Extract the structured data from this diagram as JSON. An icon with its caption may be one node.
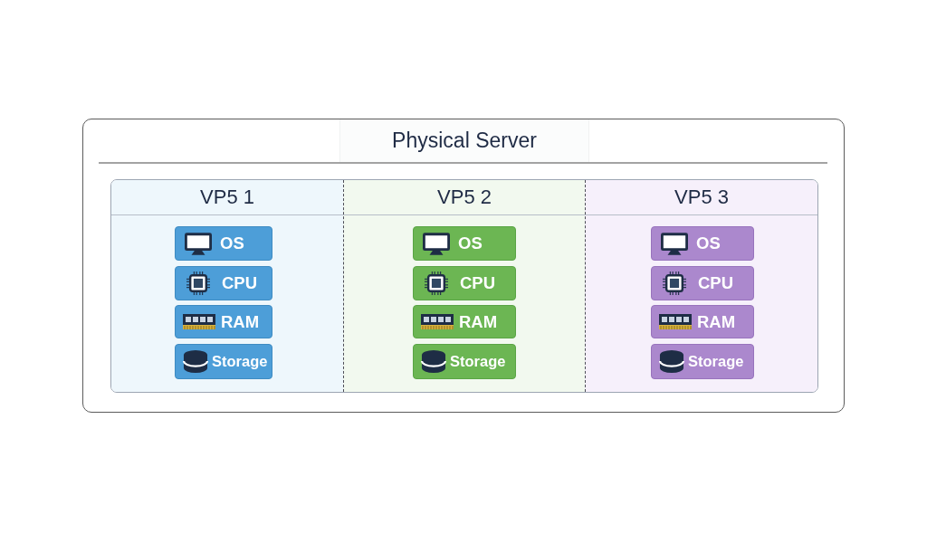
{
  "diagram": {
    "nodes": [
      {
        "text": [
          "Physical Server"
        ]
      },
      {
        "text": [
          "VP5 1"
        ],
        "in": 0
      },
      {
        "text": [
          "OS"
        ],
        "in": 1
      },
      {
        "text": [
          "CPU"
        ],
        "in": 1
      },
      {
        "text": [
          "RAM"
        ],
        "in": 1
      },
      {
        "text": [
          "Storage"
        ],
        "in": 1
      },
      {
        "text": [
          "VP5 2"
        ],
        "in": 0
      },
      {
        "text": [
          "OS"
        ],
        "in": 6
      },
      {
        "text": [
          "CPU"
        ],
        "in": 6
      },
      {
        "text": [
          "RAM"
        ],
        "in": 6
      },
      {
        "text": [
          "Storage"
        ],
        "in": 6
      },
      {
        "text": [
          "VP5 3"
        ],
        "in": 0
      },
      {
        "text": [
          "OS"
        ],
        "in": 11
      },
      {
        "text": [
          "CPU"
        ],
        "in": 11
      },
      {
        "text": [
          "RAM"
        ],
        "in": 11
      },
      {
        "text": [
          "Storage"
        ],
        "in": 11
      }
    ]
  }
}
